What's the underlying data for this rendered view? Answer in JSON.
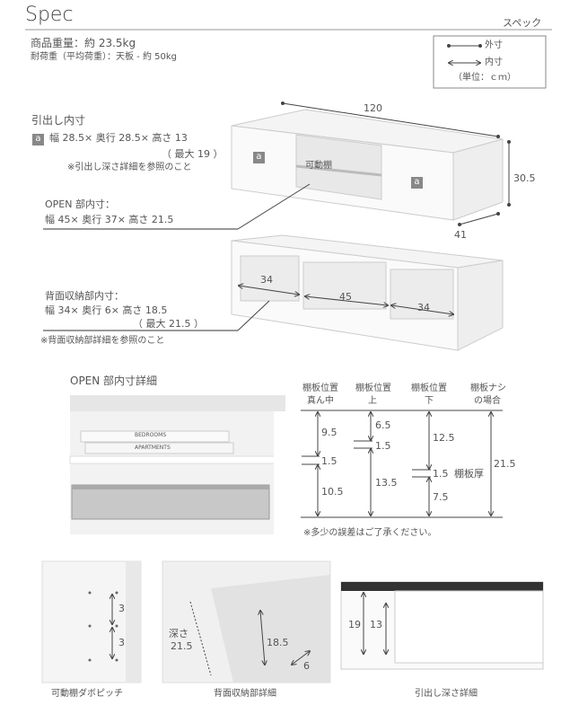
{
  "header": {
    "title": "Spec",
    "subtitle": "スペック"
  },
  "weight": {
    "product": "商品重量：約 23.5kg",
    "load": "耐荷重（平均荷重）：天板 - 約 50kg"
  },
  "legend": {
    "outer": "外寸",
    "inner": "内寸",
    "unit": "（単位：ｃｍ）"
  },
  "drawer": {
    "title": "引出し内寸",
    "badge": "a",
    "dims": "幅 28.5× 奥行 28.5× 高さ 13",
    "max": "（ 最大 19 ）",
    "note": "※引出し深さ詳細を参照のこと"
  },
  "open": {
    "title": "OPEN 部内寸：",
    "dims": "幅 45× 奥行 37× 高さ 21.5"
  },
  "rear": {
    "title": "背面収納部内寸：",
    "dims": "幅 34× 奥行 6× 高さ 18.5",
    "max": "（ 最大 21.5 ）",
    "note": "※背面収納部詳細を参照のこと"
  },
  "front_view": {
    "width": "120",
    "height": "30.5",
    "depth": "41",
    "badge": "a",
    "shelf_label": "可動棚"
  },
  "back_view": {
    "left": "34",
    "center": "45",
    "right": "34"
  },
  "open_detail": {
    "title": "OPEN 部内寸詳細",
    "book1": "BEDROOMS",
    "book2": "APARTMENTS"
  },
  "shelf_table": {
    "columns": [
      {
        "line1": "棚板位置",
        "line2": "真ん中",
        "values": [
          "9.5",
          "1.5",
          "10.5"
        ]
      },
      {
        "line1": "棚板位置",
        "line2": "上",
        "values": [
          "6.5",
          "1.5",
          "13.5"
        ]
      },
      {
        "line1": "棚板位置",
        "line2": "下",
        "values": [
          "12.5",
          "1.5",
          "7.5"
        ]
      },
      {
        "line1": "棚板ナシ",
        "line2": "の場合",
        "values": [
          "21.5"
        ]
      }
    ],
    "thickness_label": "棚板厚",
    "note": "※多少の誤差はご了承ください。"
  },
  "bottom": {
    "pitch": {
      "caption": "可動棚ダボピッチ",
      "v1": "3",
      "v2": "3"
    },
    "rear_detail": {
      "caption": "背面収納部詳細",
      "depth_label": "深さ",
      "depth": "21.5",
      "height": "18.5",
      "width": "6"
    },
    "drawer_detail": {
      "caption": "引出し深さ詳細",
      "outer": "19",
      "inner": "13"
    }
  }
}
